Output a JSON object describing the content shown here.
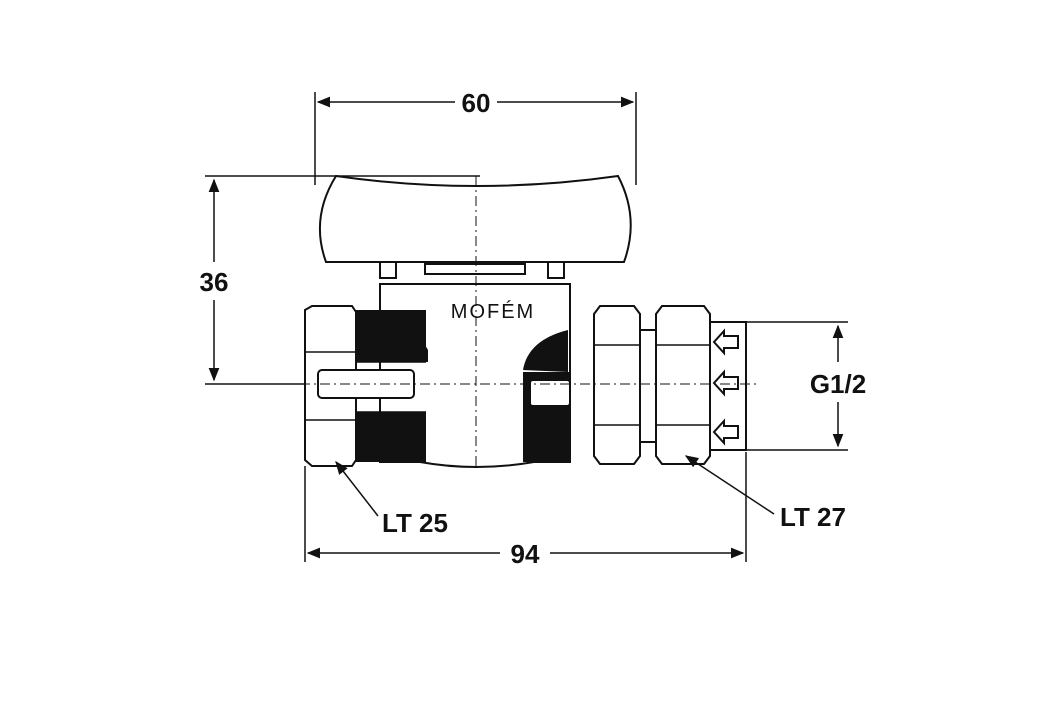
{
  "brand": "MOFÉM",
  "dimensions": {
    "handle_width": "60",
    "height": "36",
    "total_length": "94",
    "thread": "G1/2"
  },
  "callouts": {
    "left_nut": "LT 25",
    "right_nut": "LT 27"
  }
}
